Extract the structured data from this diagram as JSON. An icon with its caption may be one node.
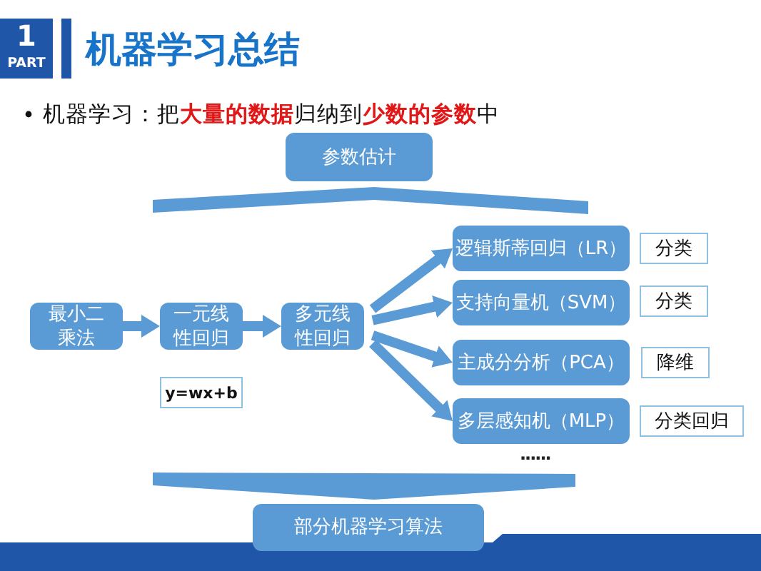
{
  "diagram": {
    "title": "机器学习总结",
    "nodes": [
      {
        "text": [
          "参数估计"
        ]
      },
      {
        "text": [
          "最小二乘法"
        ]
      },
      {
        "text": [
          "一元线性回归"
        ]
      },
      {
        "text": [
          "多元线性回归"
        ]
      },
      {
        "text": [
          "逻辑斯蒂回归（LR）"
        ]
      },
      {
        "text": [
          "支持向量机（SVM）"
        ]
      },
      {
        "text": [
          "主成分分析（PCA）"
        ]
      },
      {
        "text": [
          "多层感知机（MLP）"
        ]
      },
      {
        "text": [
          "分类"
        ]
      },
      {
        "text": [
          "分类"
        ]
      },
      {
        "text": [
          "降维"
        ]
      },
      {
        "text": [
          "分类回归"
        ]
      },
      {
        "text": [
          "y=wx+b"
        ]
      },
      {
        "text": [
          "部分机器学习算法"
        ]
      }
    ],
    "edges": [
      {
        "from": 1,
        "to": 2,
        "arrow": "to"
      },
      {
        "from": 2,
        "to": 3,
        "arrow": "to"
      },
      {
        "from": 3,
        "to": 4,
        "arrow": "to"
      },
      {
        "from": 3,
        "to": 5,
        "arrow": "to"
      },
      {
        "from": 3,
        "to": 6,
        "arrow": "to"
      },
      {
        "from": 3,
        "to": 7,
        "arrow": "to"
      }
    ],
    "labels": [
      "1",
      "PART",
      "机器学习：把**大量的数据**归纳到**少数的参数**中",
      "......"
    ]
  }
}
